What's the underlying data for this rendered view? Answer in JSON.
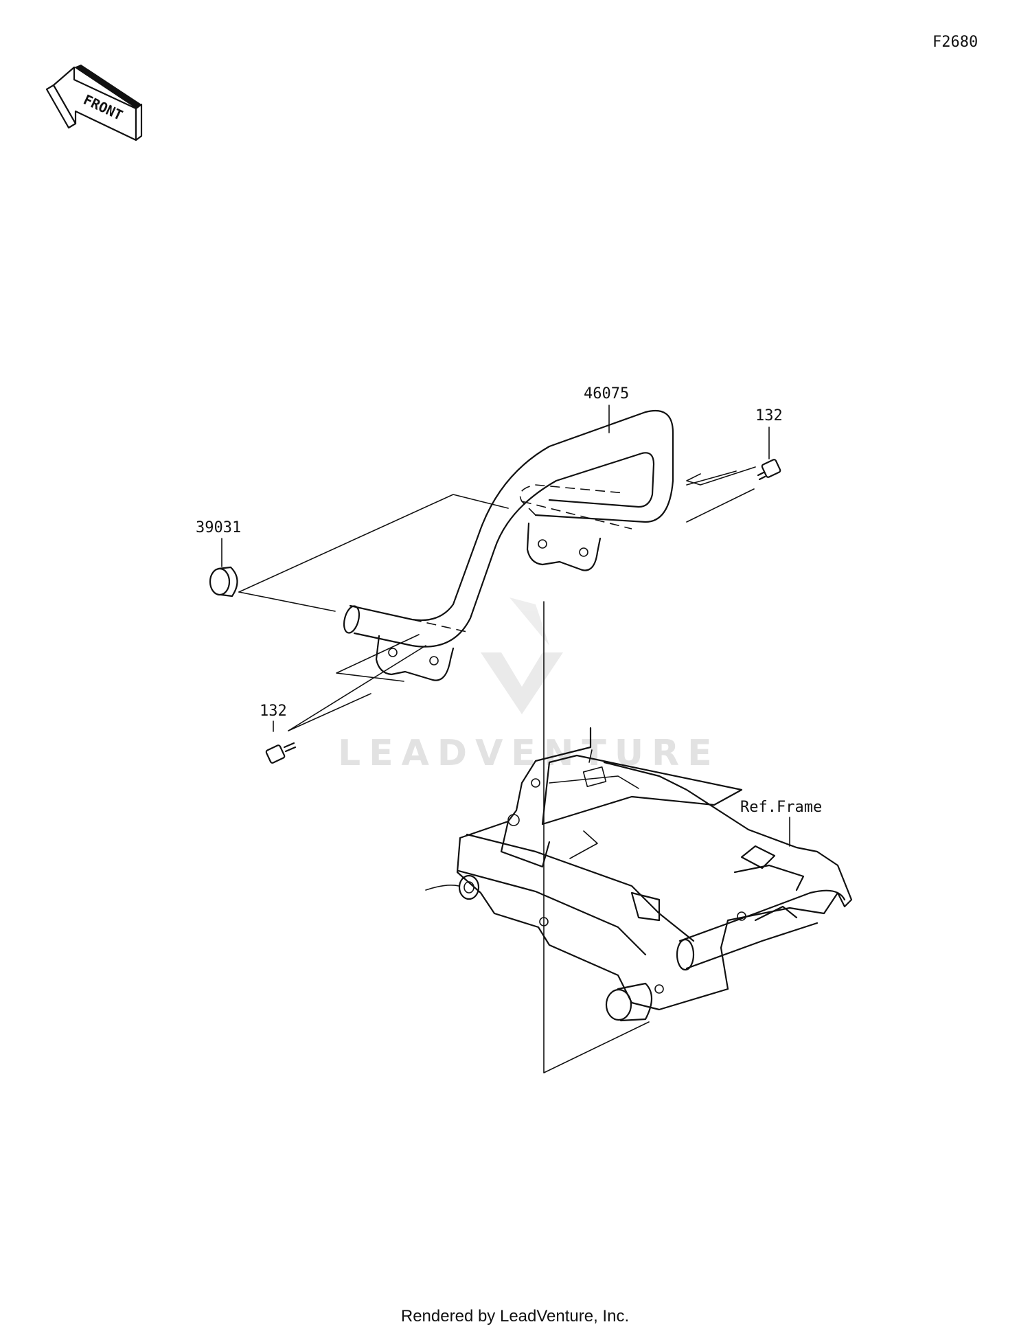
{
  "diagram_code": "F2680",
  "front_label": "FRONT",
  "watermark": "LEADVENTURE",
  "callouts": {
    "rack": "46075",
    "bolt_right": "132",
    "bolt_left": "132",
    "cap": "39031",
    "frame": "Ref.Frame"
  },
  "footer": "Rendered by LeadVenture, Inc."
}
